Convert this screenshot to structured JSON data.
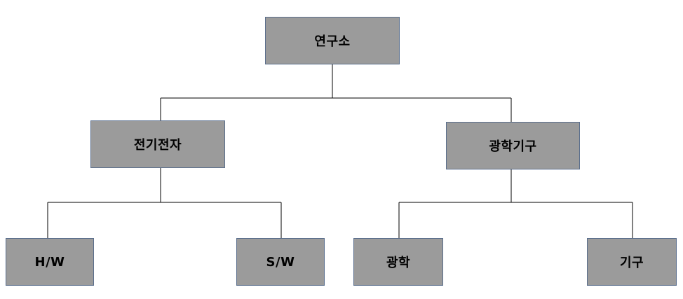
{
  "org_chart": {
    "root": {
      "label": "연구소"
    },
    "departments": [
      {
        "label": "전기전자",
        "children": [
          {
            "label": "H/W"
          },
          {
            "label": "S/W"
          }
        ]
      },
      {
        "label": "광학기구",
        "children": [
          {
            "label": "광학"
          },
          {
            "label": "기구"
          }
        ]
      }
    ]
  },
  "colors": {
    "box_fill": "#9b9b9b",
    "box_border": "#5a6e8c",
    "connector": "#000000"
  }
}
